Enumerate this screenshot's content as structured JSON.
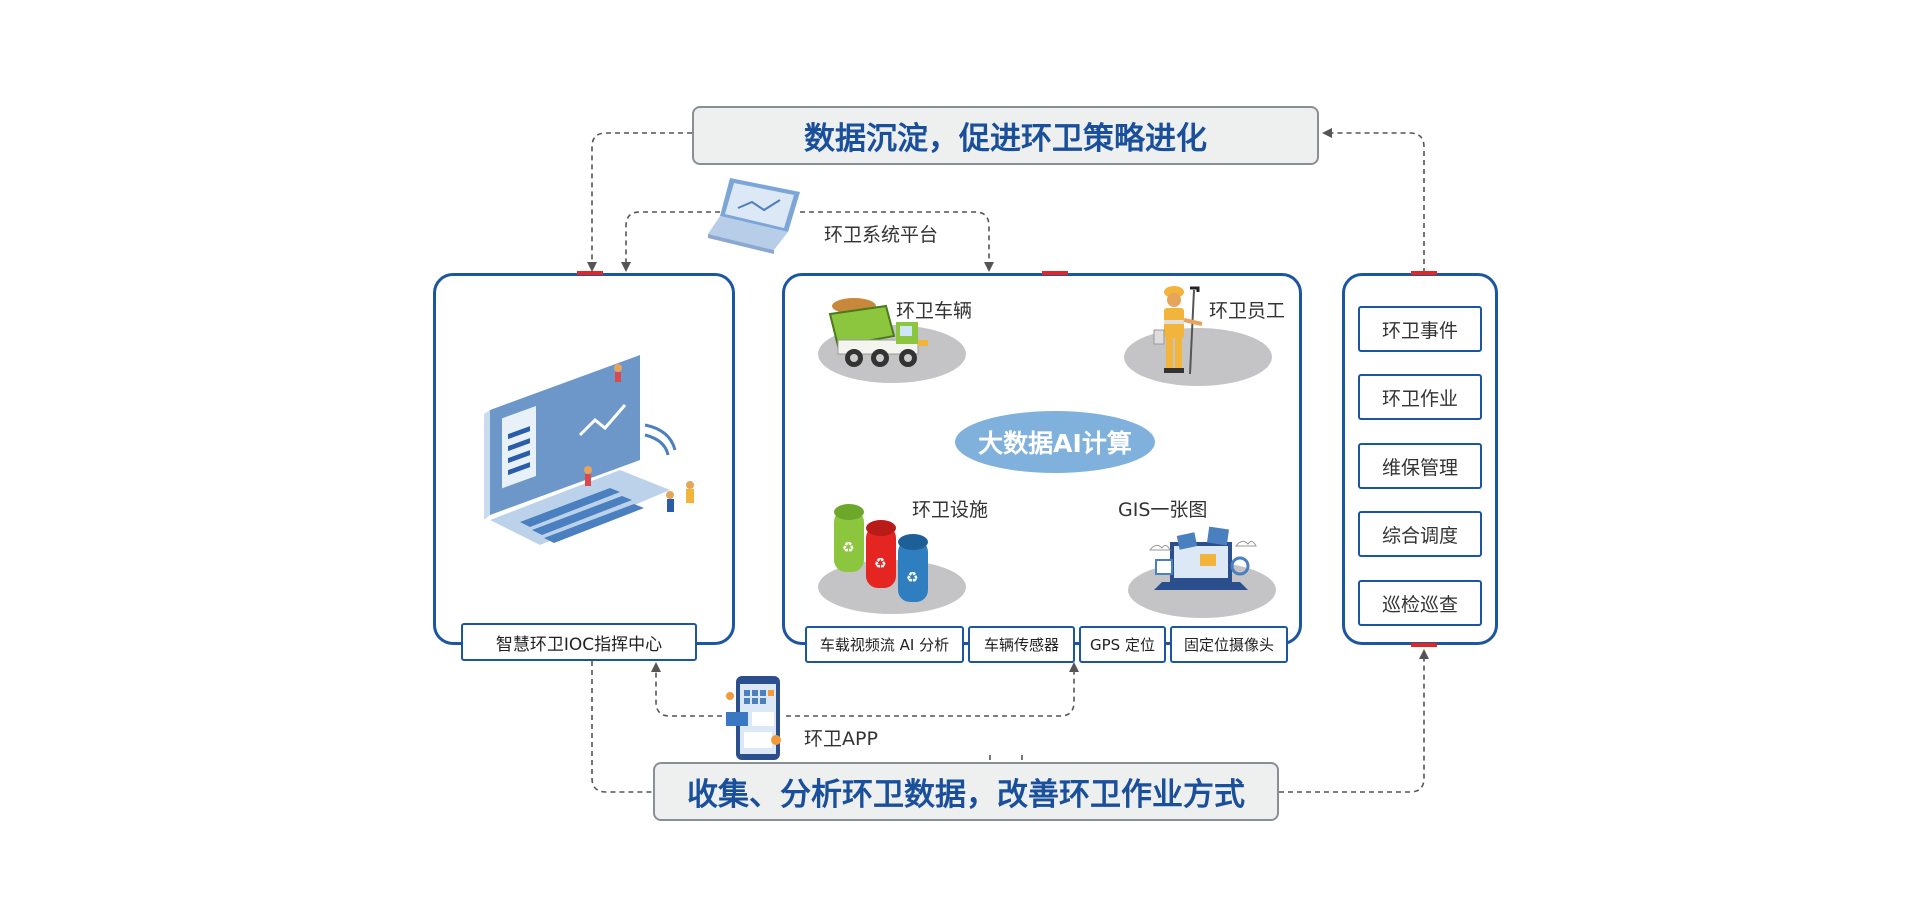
{
  "banners": {
    "top": "数据沉淀，促进环卫策略进化",
    "bottom": "收集、分析环卫数据，改善环卫作业方式"
  },
  "left_panel": {
    "caption": "智慧环卫IOC指挥中心"
  },
  "platform_label": "环卫系统平台",
  "app_label": "环卫APP",
  "center": {
    "hub": "大数据AI计算",
    "vehicle": "环卫车辆",
    "staff": "环卫员工",
    "facility": "环卫设施",
    "gis": "GIS一张图",
    "tags": [
      "车载视频流 AI 分析",
      "车辆传感器",
      "GPS 定位",
      "固定位摄像头"
    ]
  },
  "right_panel": {
    "items": [
      "环卫事件",
      "环卫作业",
      "维保管理",
      "综合调度",
      "巡检巡查"
    ]
  },
  "colors": {
    "banner_text": "#1a4f9c",
    "panel_border": "#1c55a0",
    "hub_fill": "#7fb1dc",
    "marker": "#e52521",
    "dashed_line": "#555555"
  }
}
